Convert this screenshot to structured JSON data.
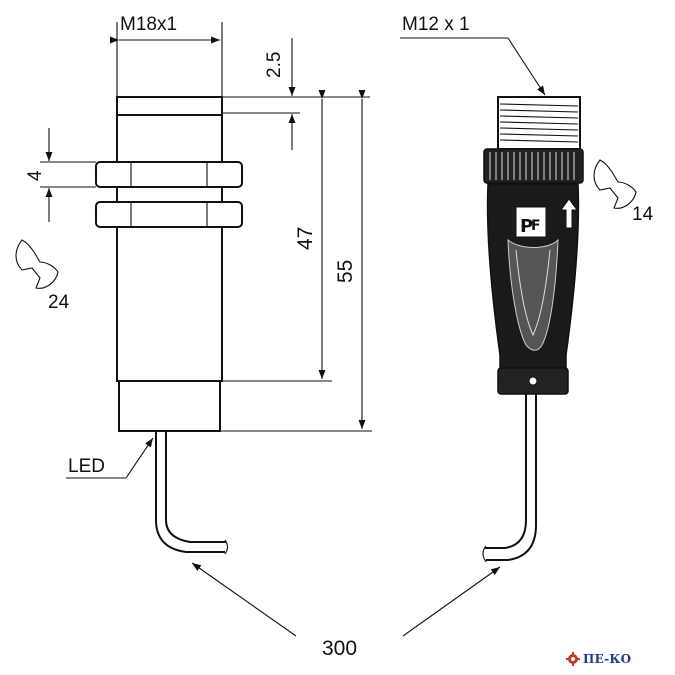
{
  "dimensions": {
    "thread_main": "M18x1",
    "thread_connector": "M12 x 1",
    "thread_depth": "2.5",
    "nut_width": "4",
    "housing_length": "47",
    "total_length": "55",
    "cable_length": "300"
  },
  "wrench_sizes": {
    "main_nut": "24",
    "connector_nut": "14"
  },
  "labels": {
    "led": "LED"
  },
  "logo": {
    "text": "ПЕ-КО"
  }
}
